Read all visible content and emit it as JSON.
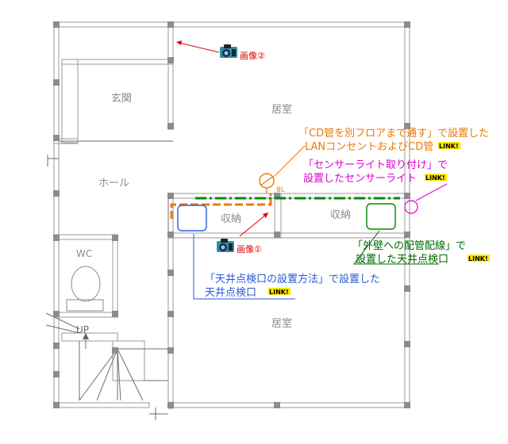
{
  "rooms": {
    "genkan": "玄関",
    "kyoshitsu_upper": "居室",
    "hall": "ホール",
    "shuno_left": "収納",
    "shuno_right": "収納",
    "wc": "WC",
    "kyoshitsu_lower": "居室",
    "stairs_up": "UP"
  },
  "fixtures": {
    "sensor_light_label": "8L"
  },
  "photos": {
    "photo1": "画像①",
    "photo2": "画像②"
  },
  "notes": {
    "cd_pipe": {
      "line1": "「CD管を別フロアまで通す」で設置した",
      "line2": "LANコンセントおよびCD管",
      "color": "#f07800"
    },
    "sensor_light": {
      "line1": "「センサーライト取り付け」で",
      "line2": "設置したセンサーライト",
      "color": "#e000d0"
    },
    "exterior_wall": {
      "line1": "「外壁への配管配線」で",
      "line2": "設置した天井点検口",
      "color": "#006800"
    },
    "ceiling_hatch": {
      "line1": "「天井点検口の設置方法」で設置した",
      "line2": "天井点検口",
      "color": "#2a5ad8"
    },
    "link_badge": "LINK!"
  },
  "colors": {
    "pipe_orange": "#f07800",
    "wire_green": "#008800",
    "hatch_blue": "#2a5ad8",
    "hatch_green": "#008800",
    "sensor_magenta": "#e000d0",
    "arrow_red": "#e00000"
  }
}
